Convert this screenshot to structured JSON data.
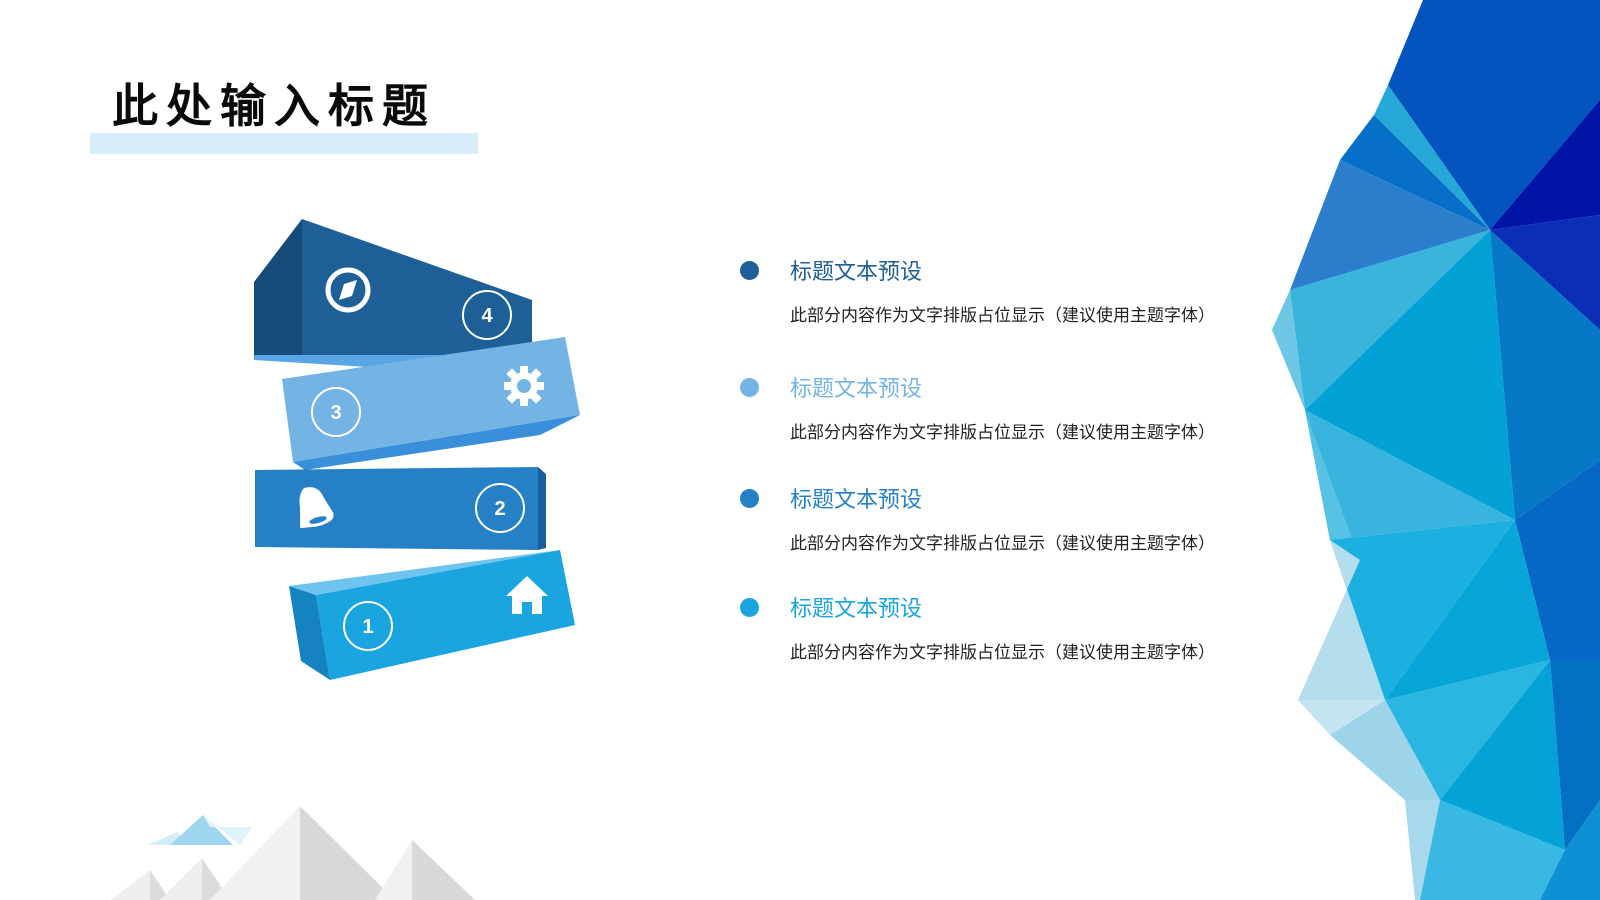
{
  "slide": {
    "title": "此处输入标题"
  },
  "blocks": [
    {
      "number": "1",
      "icon": "house-icon",
      "color": "#1aa5e0"
    },
    {
      "number": "2",
      "icon": "bell-icon",
      "color": "#2680c6"
    },
    {
      "number": "3",
      "icon": "gear-icon",
      "color": "#74b4e4"
    },
    {
      "number": "4",
      "icon": "compass-icon",
      "color": "#1d5f96"
    }
  ],
  "items": [
    {
      "title": "标题文本预设",
      "desc": "此部分内容作为文字排版占位显示（建议使用主题字体）",
      "color": "#1d5f96"
    },
    {
      "title": "标题文本预设",
      "desc": "此部分内容作为文字排版占位显示（建议使用主题字体）",
      "color": "#74b4e4"
    },
    {
      "title": "标题文本预设",
      "desc": "此部分内容作为文字排版占位显示（建议使用主题字体）",
      "color": "#2680c6"
    },
    {
      "title": "标题文本预设",
      "desc": "此部分内容作为文字排版占位显示（建议使用主题字体）",
      "color": "#1aa5e0"
    }
  ]
}
